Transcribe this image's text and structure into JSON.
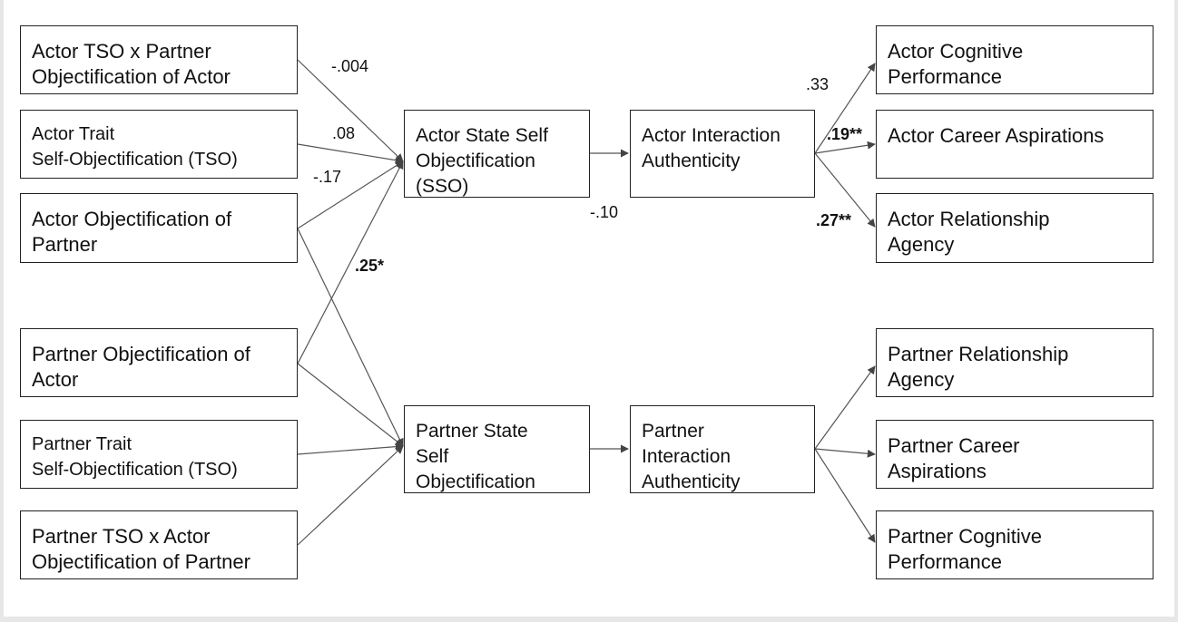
{
  "nodes": {
    "a_tso_x_pobj": "Actor TSO x Partner\nObjectification of Actor",
    "a_trait": "Actor Trait\nSelf-Objectification (TSO)",
    "a_obj_p": "Actor Objectification of\nPartner",
    "p_obj_a": "Partner Objectification of\nActor",
    "p_trait": "Partner Trait\nSelf-Objectification (TSO)",
    "p_tso_x_aobj": "Partner TSO x Actor\nObjectification of Partner",
    "a_sso": "Actor State Self\nObjectification\n(SSO)",
    "p_sso": "Partner State\nSelf\nObjectification",
    "a_auth": "Actor Interaction\nAuthenticity",
    "p_auth": "Partner\nInteraction\nAuthenticity",
    "a_cog": "Actor Cognitive\nPerformance",
    "a_career": "Actor Career Aspirations",
    "a_rel": "Actor Relationship\nAgency",
    "p_rel": "Partner Relationship\nAgency",
    "p_career": "Partner Career\nAspirations",
    "p_cog": "Partner Cognitive\nPerformance"
  },
  "coefficients": {
    "c1": "-.004",
    "c2": ".08",
    "c3": "-.17",
    "c4": ".25*",
    "c5": "-.10",
    "c6": ".33",
    "c7": ".19**",
    "c8": ".27**"
  },
  "colors": {
    "line": "#444444",
    "border": "#222222"
  }
}
